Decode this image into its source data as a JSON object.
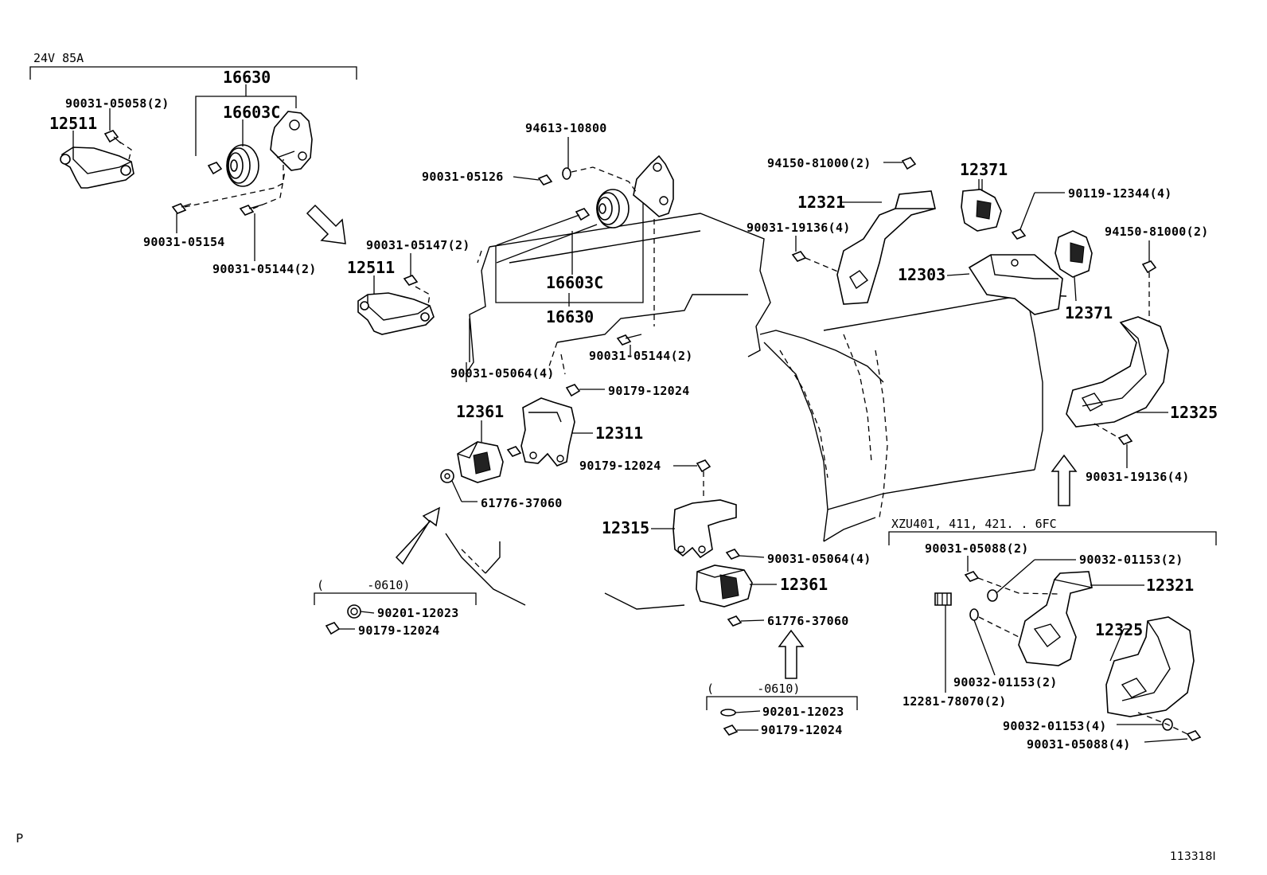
{
  "groups": {
    "top_left": "24V 85A",
    "left_date": "(      -0610)",
    "center_date": "(      -0610)",
    "right_model": "XZU401, 411, 421. . 6FC"
  },
  "labels": {
    "p16630_top": "16630",
    "p90031_05058": "90031-05058(2)",
    "p12511_top": "12511",
    "p16603C_top": "16603C",
    "p90031_05154": "90031-05154",
    "p90031_05144_top": "90031-05144(2)",
    "p90031_05147": "90031-05147(2)",
    "p12511_mid": "12511",
    "p94613_10800": "94613-10800",
    "p90031_05126": "90031-05126",
    "p16603C_mid": "16603C",
    "p16630_mid": "16630",
    "p90031_05144_mid": "90031-05144(2)",
    "p90031_05064_left": "90031-05064(4)",
    "p90179_12024_a": "90179-12024",
    "p12361_left": "12361",
    "p12311": "12311",
    "p90179_12024_b": "90179-12024",
    "p61776_37060_left": "61776-37060",
    "p12315": "12315",
    "p90031_05064_center": "90031-05064(4)",
    "p12361_center": "12361",
    "p61776_37060_center": "61776-37060",
    "p90201_12023_left": "90201-12023",
    "p90179_12024_left": "90179-12024",
    "p90201_12023_center": "90201-12023",
    "p90179_12024_center": "90179-12024",
    "p94150_81000_a": "94150-81000(2)",
    "p12321_top": "12321",
    "p90031_19136_top": "90031-19136(4)",
    "p12303": "12303",
    "p12371_top": "12371",
    "p90119_12344": "90119-12344(4)",
    "p94150_81000_b": "94150-81000(2)",
    "p12371_right": "12371",
    "p12325_right": "12325",
    "p90031_19136_right": "90031-19136(4)",
    "p90031_05088_a": "90031-05088(2)",
    "p90032_01153_a": "90032-01153(2)",
    "p12321_bottom": "12321",
    "p12325_bottom": "12325",
    "p90032_01153_b": "90032-01153(2)",
    "p12281_78070": "12281-78070(2)",
    "p90032_01153_c": "90032-01153(4)",
    "p90031_05088_b": "90031-05088(4)"
  },
  "footer": {
    "page_letter": "P",
    "drawing_id": "113318I"
  }
}
